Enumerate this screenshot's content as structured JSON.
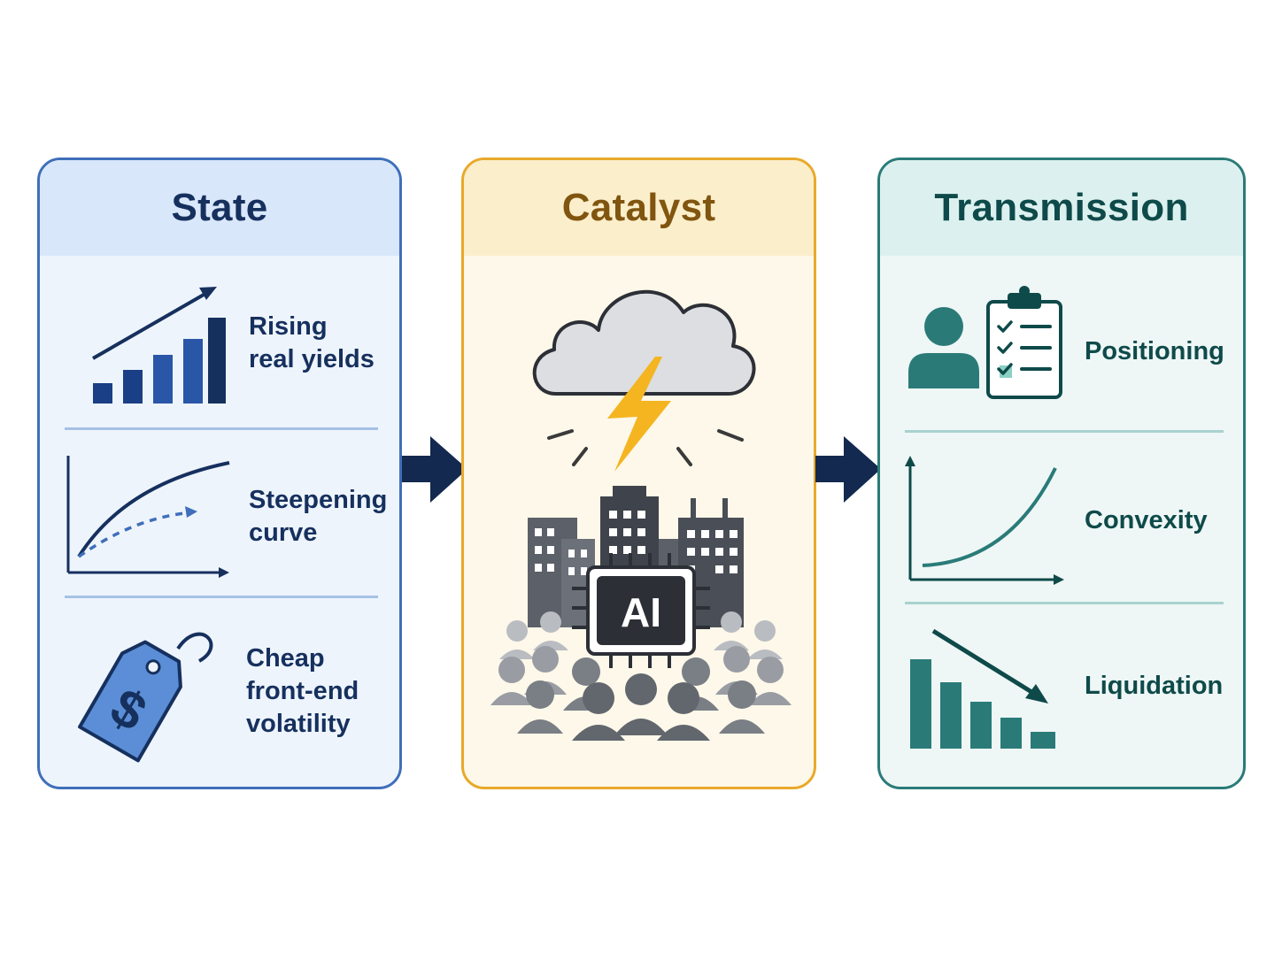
{
  "panels": {
    "state": {
      "title": "State",
      "items": [
        {
          "label": "Rising\nreal yields",
          "icon": "rising-bar-chart-icon"
        },
        {
          "label": "Steepening\ncurve",
          "icon": "steepening-curve-icon"
        },
        {
          "label": "Cheap\nfront-end\nvolatility",
          "icon": "dollar-price-tag-icon"
        }
      ]
    },
    "catalyst": {
      "title": "Catalyst",
      "icons": [
        "storm-cloud-lightning-icon",
        "city-buildings-icon",
        "crowd-people-icon",
        "ai-chip-icon"
      ],
      "chip_text": "AI"
    },
    "transmission": {
      "title": "Transmission",
      "items": [
        {
          "label": "Positioning",
          "icon": "person-checklist-icon"
        },
        {
          "label": "Convexity",
          "icon": "convex-curve-icon"
        },
        {
          "label": "Liquidation",
          "icon": "declining-bar-chart-icon"
        }
      ]
    }
  },
  "colors": {
    "state": "#3f6fba",
    "catalyst": "#e8a92a",
    "transmission": "#2a7b78",
    "navy": "#16305e",
    "arrow": "#13294f",
    "lightning": "#f4b521",
    "gray": "#6b6f76"
  }
}
